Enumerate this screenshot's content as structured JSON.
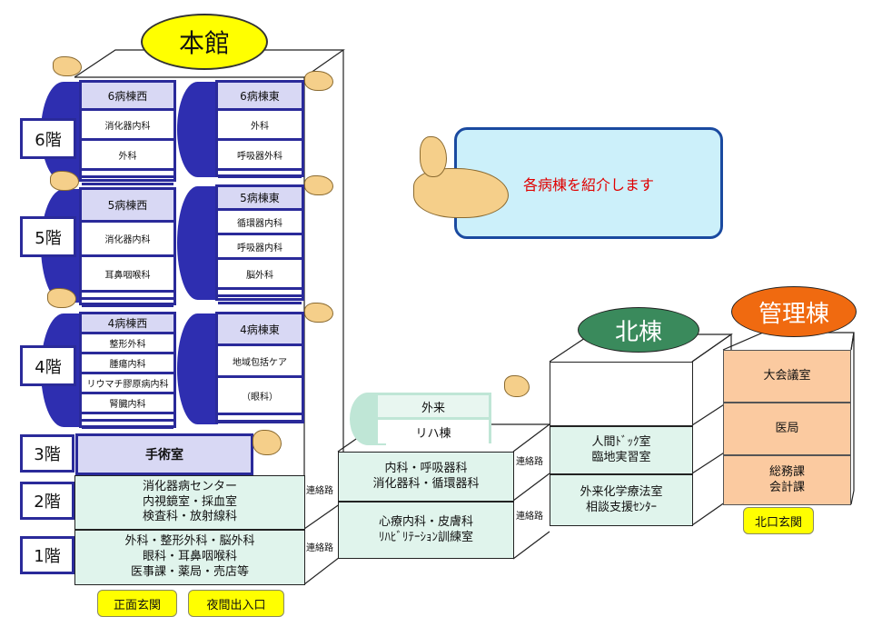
{
  "main_building": {
    "title": "本館",
    "floors": [
      "6階",
      "5階",
      "4階",
      "3階",
      "2階",
      "1階"
    ],
    "wards": [
      {
        "name": "6病棟西",
        "items": [
          "消化器内科",
          "外科"
        ]
      },
      {
        "name": "6病棟東",
        "items": [
          "外科",
          "呼吸器外科"
        ]
      },
      {
        "name": "5病棟西",
        "items": [
          "消化器内科",
          "耳鼻咽喉科"
        ]
      },
      {
        "name": "5病棟東",
        "items": [
          "循環器内科",
          "呼吸器内科",
          "脳外科"
        ]
      },
      {
        "name": "4病棟西",
        "items": [
          "整形外科",
          "腫瘍内科",
          "リウマチ膠原病内科",
          "腎臓内科"
        ]
      },
      {
        "name": "4病棟東",
        "items": [
          "地域包括ケア",
          "（眼科）"
        ]
      }
    ],
    "floor3": "手術室",
    "floor2": [
      "消化器病センター",
      "内視鏡室・採血室",
      "検査科・放射線科"
    ],
    "floor1": [
      "外科・整形外科・脳外科",
      "眼科・耳鼻咽喉科",
      "医事課・薬局・売店等"
    ],
    "entrances": [
      "正面玄関",
      "夜間出入口"
    ],
    "corridor": "連絡路"
  },
  "outpatient": {
    "top": "外来",
    "sub": "リハ棟",
    "floor2": [
      "内科・呼吸器科",
      "消化器科・循環器科"
    ],
    "floor1": [
      "心療内科・皮膚科",
      "ﾘﾊﾋﾞﾘﾃｰｼｮﾝ訓練室"
    ],
    "corridor": "連絡路"
  },
  "north": {
    "title": "北棟",
    "floor2": [
      "人間ﾄﾞｯｸ室",
      "臨地実習室"
    ],
    "floor1": [
      "外来化学療法室",
      "相談支援ｾﾝﾀｰ"
    ]
  },
  "admin": {
    "title": "管理棟",
    "rooms": [
      "大会議室",
      "医局"
    ],
    "floor1": [
      "総務課",
      "会計課"
    ],
    "entrance": "北口玄関"
  },
  "bubble": {
    "text": "各病棟を紹介します"
  },
  "colors": {
    "yellow": "#ffff00",
    "north": "#3a8a5c",
    "admin": "#f06a10",
    "ward_blue": "#2a2a9a",
    "bubble": "#ccf0fa"
  }
}
